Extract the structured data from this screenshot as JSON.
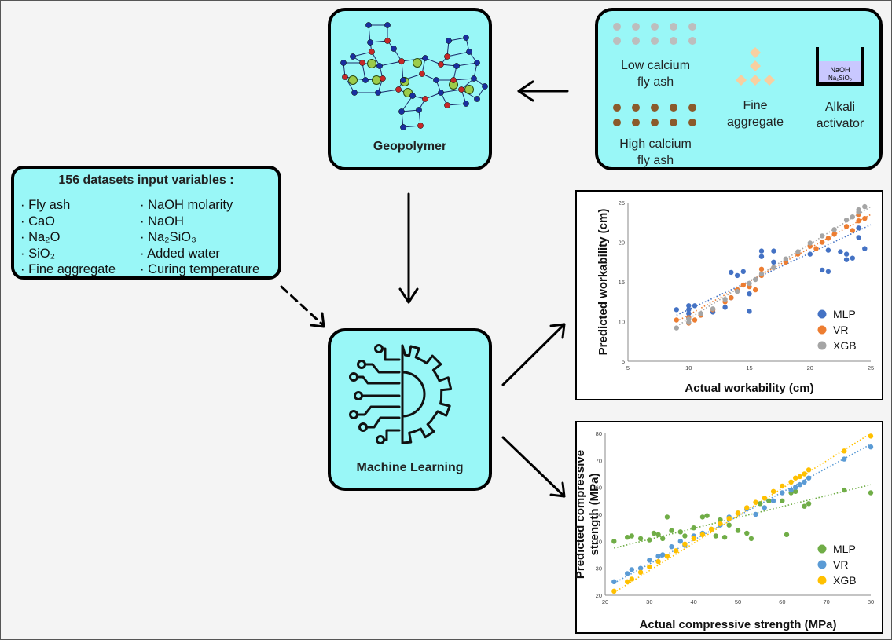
{
  "geopolymer": {
    "label": "Geopolymer"
  },
  "materials": {
    "low_calcium": [
      "Low calcium",
      "fly ash"
    ],
    "high_calcium": [
      "High calcium",
      "fly ash"
    ],
    "fine_aggregate": [
      "Fine",
      "aggregate"
    ],
    "alkali_activator": [
      "Alkali",
      "activator"
    ],
    "beaker_label_1": "NaOH",
    "beaker_label_2": "Na₂SiO₃",
    "colors": {
      "low_calcium_dot": "#bdbdbd",
      "high_calcium_dot": "#8b5a2b",
      "aggregate_diamond": "#f8cfa0",
      "beaker_liquid": "#c9c8ff"
    }
  },
  "inputs": {
    "title": "156 datasets input variables :",
    "left": [
      "· Fly ash",
      "· CaO",
      "· Na₂O",
      "· SiO₂",
      "· Fine aggregate"
    ],
    "right": [
      "· NaOH molarity",
      "· NaOH",
      "· Na₂SiO₃",
      "· Added water",
      "· Curing temperature"
    ]
  },
  "ml": {
    "label": "Machine Learning",
    "icon": "gear-circuit-icon"
  },
  "chart_data": [
    {
      "type": "scatter",
      "xlabel": "Actual workability (cm)",
      "ylabel": "Predicted workability (cm)",
      "xlim": [
        5,
        25
      ],
      "ylim": [
        5,
        25
      ],
      "xticks": [
        "5",
        "10",
        "15",
        "20",
        "25"
      ],
      "yticks": [
        "5",
        "10",
        "15",
        "20",
        "25"
      ],
      "legend_position": "right",
      "series": [
        {
          "name": "MLP",
          "color": "#4472c4",
          "trendline": [
            [
              9,
              10.8
            ],
            [
              25,
              22.2
            ]
          ],
          "points": [
            [
              9,
              11.5
            ],
            [
              10,
              10.5
            ],
            [
              10,
              11
            ],
            [
              10,
              11.5
            ],
            [
              10,
              12
            ],
            [
              10.5,
              12
            ],
            [
              11,
              10.8
            ],
            [
              12,
              11.2
            ],
            [
              13,
              11.8
            ],
            [
              13.5,
              13
            ],
            [
              13.5,
              16.2
            ],
            [
              14,
              15.8
            ],
            [
              14.5,
              16.3
            ],
            [
              15,
              11.3
            ],
            [
              15,
              13.5
            ],
            [
              16,
              18.9
            ],
            [
              16,
              18.2
            ],
            [
              17,
              18.9
            ],
            [
              17,
              17.5
            ],
            [
              18,
              17.6
            ],
            [
              20,
              18.5
            ],
            [
              21,
              16.5
            ],
            [
              21.5,
              16.3
            ],
            [
              21.5,
              19
            ],
            [
              22.5,
              18.8
            ],
            [
              23,
              17.8
            ],
            [
              23,
              18.5
            ],
            [
              23.5,
              18
            ],
            [
              24,
              20.6
            ],
            [
              24,
              21.8
            ],
            [
              24.5,
              19.2
            ]
          ]
        },
        {
          "name": "VR",
          "color": "#ed7d31",
          "trendline": [
            [
              9,
              10
            ],
            [
              25,
              23.5
            ]
          ],
          "points": [
            [
              9,
              10.2
            ],
            [
              10,
              9.8
            ],
            [
              10,
              10.5
            ],
            [
              10.5,
              10.2
            ],
            [
              11,
              10.8
            ],
            [
              12,
              11.5
            ],
            [
              13,
              12.5
            ],
            [
              13.5,
              13
            ],
            [
              14,
              14
            ],
            [
              14.5,
              14.6
            ],
            [
              15,
              14.4
            ],
            [
              15.5,
              14
            ],
            [
              16,
              15.8
            ],
            [
              16,
              16.6
            ],
            [
              17,
              16.8
            ],
            [
              18,
              17.5
            ],
            [
              19,
              18.5
            ],
            [
              20,
              19.5
            ],
            [
              20.5,
              19.2
            ],
            [
              21,
              20
            ],
            [
              21.5,
              20.5
            ],
            [
              22,
              21
            ],
            [
              23,
              22
            ],
            [
              23.5,
              21.5
            ],
            [
              24,
              22.7
            ],
            [
              24,
              23.5
            ],
            [
              24.5,
              23
            ]
          ]
        },
        {
          "name": "XGB",
          "color": "#a5a5a5",
          "trendline": [
            [
              9,
              9.4
            ],
            [
              25,
              24.5
            ]
          ],
          "points": [
            [
              9,
              9.2
            ],
            [
              10,
              9.9
            ],
            [
              10,
              10.3
            ],
            [
              11,
              11
            ],
            [
              12,
              11.6
            ],
            [
              13,
              12.8
            ],
            [
              14,
              13.8
            ],
            [
              15,
              14.8
            ],
            [
              15.5,
              15.3
            ],
            [
              16,
              16
            ],
            [
              17,
              16.8
            ],
            [
              18,
              17.9
            ],
            [
              19,
              18.8
            ],
            [
              20,
              19.9
            ],
            [
              21,
              20.8
            ],
            [
              22,
              21.6
            ],
            [
              23,
              22.8
            ],
            [
              23.5,
              23.2
            ],
            [
              24,
              23.8
            ],
            [
              24,
              24.1
            ],
            [
              24.5,
              24.5
            ]
          ]
        }
      ]
    },
    {
      "type": "scatter",
      "xlabel": "Actual compressive strength (MPa)",
      "ylabel": "Predicted compressive strength (MPa)",
      "xlim": [
        20,
        80
      ],
      "ylim": [
        20,
        80
      ],
      "xticks": [
        "20",
        "30",
        "40",
        "50",
        "60",
        "70",
        "80"
      ],
      "yticks": [
        "20",
        "30",
        "40",
        "50",
        "60",
        "70",
        "80"
      ],
      "legend_position": "right",
      "series": [
        {
          "name": "MLP",
          "color": "#70ad47",
          "trendline": [
            [
              22,
              37.5
            ],
            [
              80,
              61
            ]
          ],
          "points": [
            [
              22,
              40
            ],
            [
              25,
              41.5
            ],
            [
              26,
              42
            ],
            [
              28,
              41
            ],
            [
              30,
              40.5
            ],
            [
              31,
              43
            ],
            [
              32,
              42.5
            ],
            [
              33,
              41
            ],
            [
              34,
              49
            ],
            [
              35,
              44
            ],
            [
              37,
              43.5
            ],
            [
              38,
              42
            ],
            [
              40,
              45
            ],
            [
              42,
              49
            ],
            [
              43,
              49.5
            ],
            [
              45,
              42
            ],
            [
              46,
              48
            ],
            [
              47,
              41.5
            ],
            [
              48,
              46
            ],
            [
              50,
              44
            ],
            [
              52,
              43
            ],
            [
              53,
              41
            ],
            [
              55,
              54
            ],
            [
              57,
              55
            ],
            [
              60,
              55
            ],
            [
              61,
              42.5
            ],
            [
              62,
              58
            ],
            [
              63,
              58.5
            ],
            [
              65,
              53
            ],
            [
              66,
              54
            ],
            [
              74,
              59
            ],
            [
              80,
              58
            ]
          ]
        },
        {
          "name": "VR",
          "color": "#5b9bd5",
          "trendline": [
            [
              22,
              24.5
            ],
            [
              80,
              76
            ]
          ],
          "points": [
            [
              22,
              25
            ],
            [
              25,
              28
            ],
            [
              26,
              29.5
            ],
            [
              28,
              30
            ],
            [
              30,
              33
            ],
            [
              32,
              34.5
            ],
            [
              33,
              35
            ],
            [
              35,
              38
            ],
            [
              37,
              40
            ],
            [
              38,
              38.5
            ],
            [
              40,
              42
            ],
            [
              42,
              43
            ],
            [
              44,
              44.5
            ],
            [
              46,
              46
            ],
            [
              48,
              49
            ],
            [
              50,
              50.5
            ],
            [
              52,
              52
            ],
            [
              54,
              50
            ],
            [
              56,
              52.5
            ],
            [
              58,
              55
            ],
            [
              60,
              58
            ],
            [
              62,
              59
            ],
            [
              63,
              60
            ],
            [
              64,
              61
            ],
            [
              65,
              62
            ],
            [
              66,
              63.5
            ],
            [
              74,
              70.5
            ],
            [
              80,
              75
            ]
          ]
        },
        {
          "name": "XGB",
          "color": "#ffc000",
          "trendline": [
            [
              22,
              21
            ],
            [
              80,
              80
            ]
          ],
          "points": [
            [
              22,
              21.5
            ],
            [
              25,
              25
            ],
            [
              26,
              26
            ],
            [
              28,
              28.5
            ],
            [
              30,
              30.5
            ],
            [
              32,
              32.5
            ],
            [
              34,
              34.5
            ],
            [
              36,
              36.5
            ],
            [
              38,
              39
            ],
            [
              40,
              41
            ],
            [
              42,
              42.5
            ],
            [
              44,
              44.5
            ],
            [
              46,
              46.5
            ],
            [
              48,
              48.5
            ],
            [
              50,
              50.5
            ],
            [
              52,
              52.5
            ],
            [
              54,
              54.5
            ],
            [
              56,
              56
            ],
            [
              58,
              58.5
            ],
            [
              60,
              60.5
            ],
            [
              62,
              62
            ],
            [
              63,
              63.5
            ],
            [
              64,
              64
            ],
            [
              65,
              65
            ],
            [
              66,
              66.5
            ],
            [
              74,
              73.5
            ],
            [
              80,
              79
            ]
          ]
        }
      ]
    }
  ]
}
